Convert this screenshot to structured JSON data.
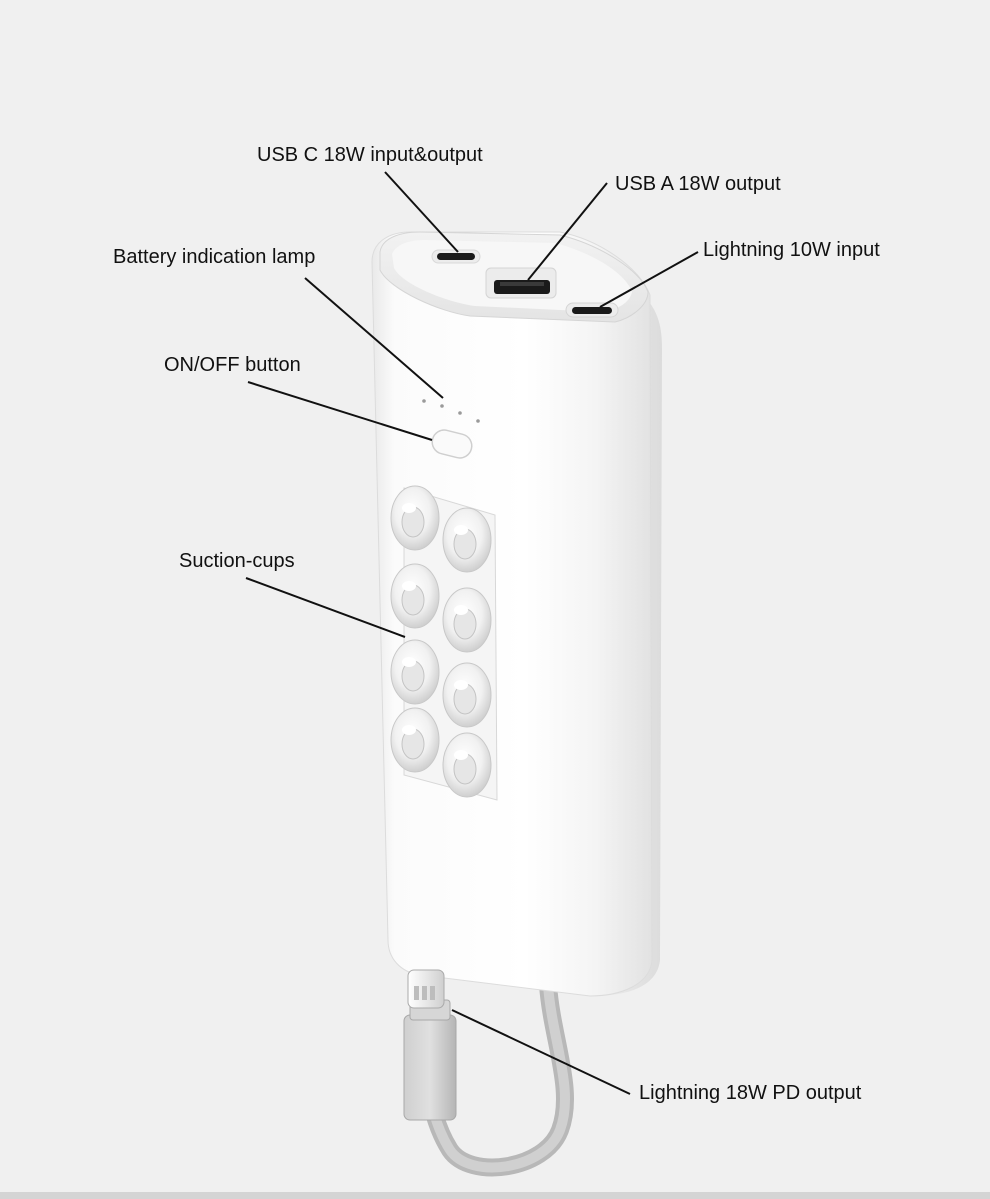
{
  "labels": {
    "usb_c": "USB C 18W input&output",
    "usb_a": "USB A 18W output",
    "lightning_input": "Lightning 10W input",
    "battery_lamp": "Battery indication lamp",
    "on_off": "ON/OFF button",
    "suction_cups": "Suction-cups",
    "lightning_output": "Lightning 18W PD output"
  },
  "colors": {
    "background": "#f0f0f0",
    "device_body": "#ffffff",
    "port": "#1a1a1a",
    "cable": "#bdbdbd",
    "leader_line": "#111111"
  }
}
